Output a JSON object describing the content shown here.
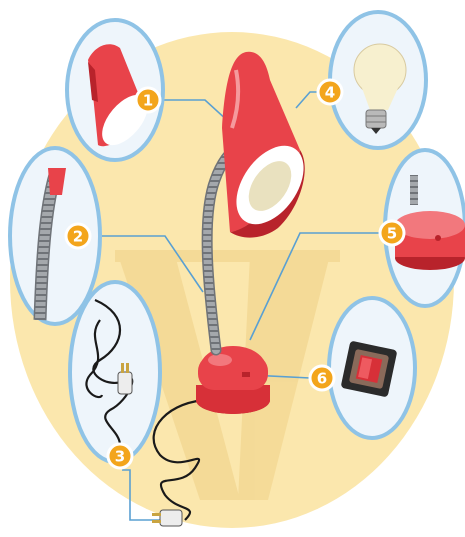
{
  "labels": [
    {
      "n": "1",
      "part": "lampshade"
    },
    {
      "n": "2",
      "part": "flexible-arm"
    },
    {
      "n": "3",
      "part": "power-cord-plug"
    },
    {
      "n": "4",
      "part": "light-bulb"
    },
    {
      "n": "5",
      "part": "base"
    },
    {
      "n": "6",
      "part": "switch"
    }
  ],
  "colors": {
    "background_ellipse": "#fbe7ad",
    "circle_fill": "#eef5fb",
    "circle_stroke": "#8fc3e6",
    "badge_fill": "#f3a51c",
    "badge_stroke": "#ffffff",
    "leader_line": "#5aa0d2",
    "lamp_red": "#e8434a",
    "lamp_dark": "#b8232b",
    "arm_gray": "#9ea2a6"
  }
}
